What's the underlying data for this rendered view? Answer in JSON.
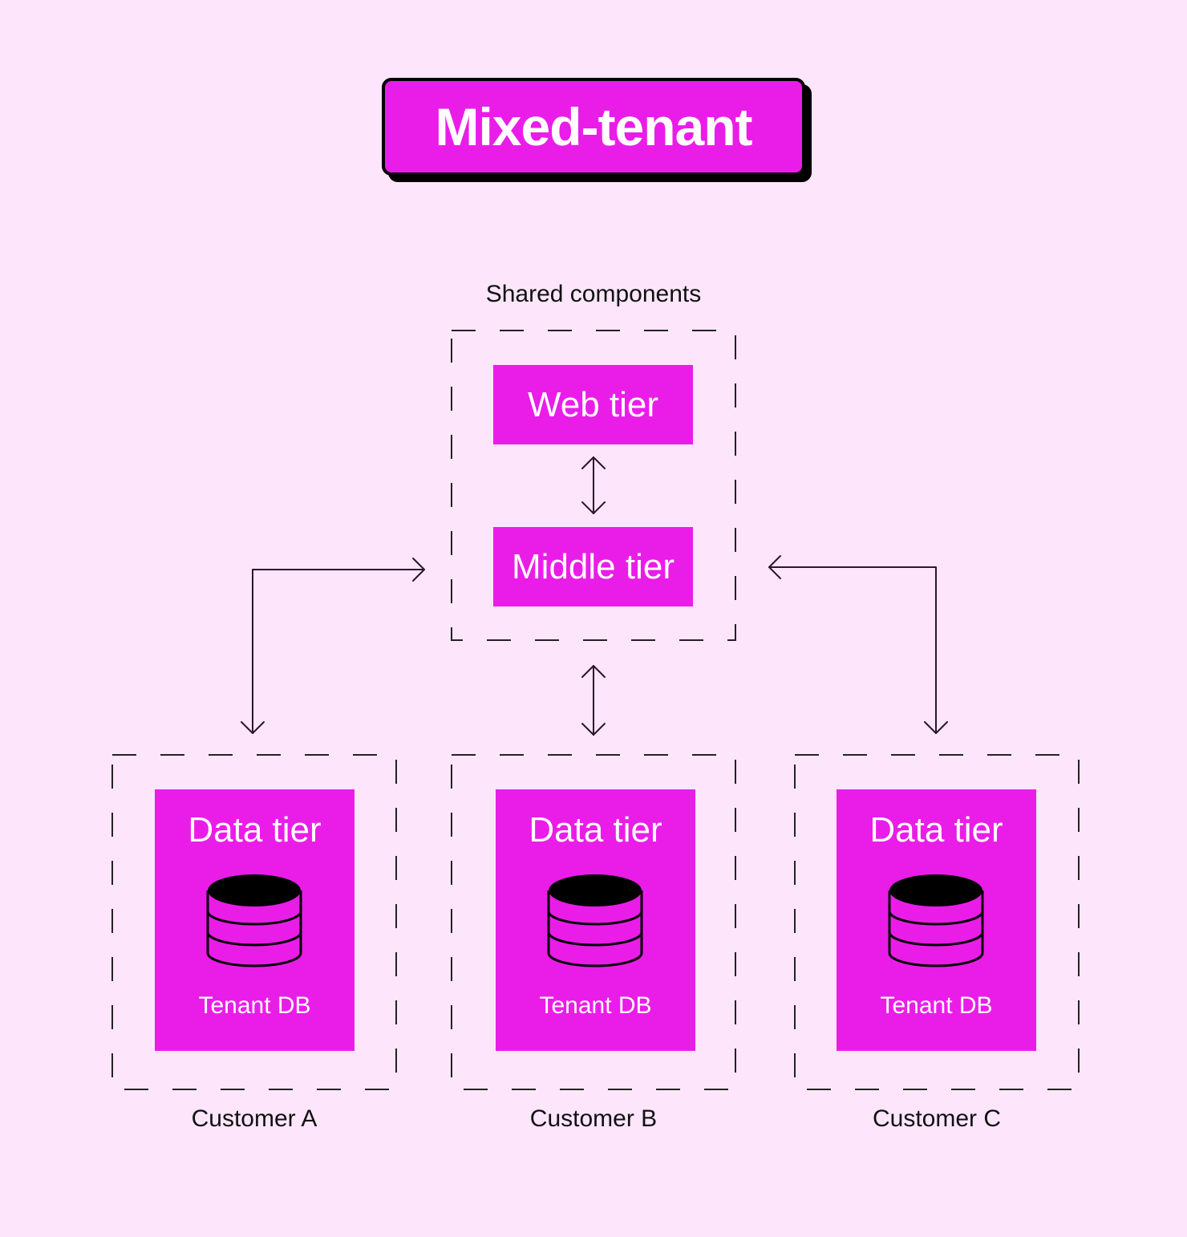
{
  "title": "Mixed-tenant",
  "shared": {
    "label": "Shared components",
    "web_tier": "Web tier",
    "middle_tier": "Middle tier"
  },
  "customers": [
    {
      "data_tier": "Data tier",
      "db_label": "Tenant DB",
      "name": "Customer A"
    },
    {
      "data_tier": "Data tier",
      "db_label": "Tenant DB",
      "name": "Customer B"
    },
    {
      "data_tier": "Data tier",
      "db_label": "Tenant DB",
      "name": "Customer C"
    }
  ],
  "colors": {
    "background": "#fde6fb",
    "accent": "#ea1de8",
    "ink": "#111111"
  },
  "icons": [
    "database-icon"
  ]
}
